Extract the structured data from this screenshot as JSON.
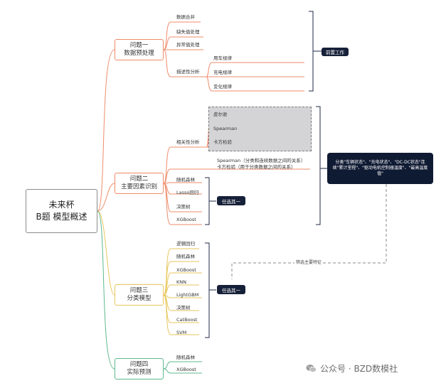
{
  "root": {
    "line1": "未来杯",
    "line2": "B题 模型概述"
  },
  "q1": {
    "title": "问题一",
    "subtitle": "数据预处理",
    "items": [
      "数据合并",
      "缺失值处理",
      "异常值处理",
      "描述性分析"
    ],
    "sub_items": [
      "用车规律",
      "充电规律",
      "变化规律"
    ]
  },
  "q2": {
    "title": "问题二",
    "subtitle": "主要因素识别",
    "corr_label": "相关性分析",
    "corr_methods": [
      "皮尔逊",
      "Spearman",
      "卡方检验"
    ],
    "note_lines": [
      "Spearman（分类和连续数据之间的关系）",
      "卡方检验（用于分类数据之间的关系）"
    ],
    "models": [
      "随机森林",
      "Lasso回归",
      "决策树",
      "XGBoost"
    ]
  },
  "q3": {
    "title": "问题三",
    "subtitle": "分类模型",
    "models": [
      "逻辑回归",
      "随机森林",
      "XGBoost",
      "KNN",
      "LightGBM",
      "决策树",
      "CatBoost",
      "SVM"
    ]
  },
  "q4": {
    "title": "问题四",
    "subtitle": "实际预测",
    "models": [
      "随机森林",
      "XGBoost"
    ]
  },
  "tags": {
    "pre_work": "前置工作",
    "pick_one_a": "任选其一",
    "pick_one_b": "任选其一"
  },
  "info_box": {
    "text": "分类\"车辆状态\"、\"充电状态\"、\"DC-DC状态\"连续\"累计里程\"、\"驱动电机控制器温度\"、\"最高温度值\""
  },
  "dash_label": "筛选主要特征",
  "watermark": {
    "text": "公众号 · BZD数模社",
    "icon": "wechat-icon"
  },
  "colors": {
    "q1": "#ef8c6a",
    "q2": "#ef8c6a",
    "q3": "#e8c65c",
    "q4": "#5db88e",
    "dark": "#162038"
  }
}
